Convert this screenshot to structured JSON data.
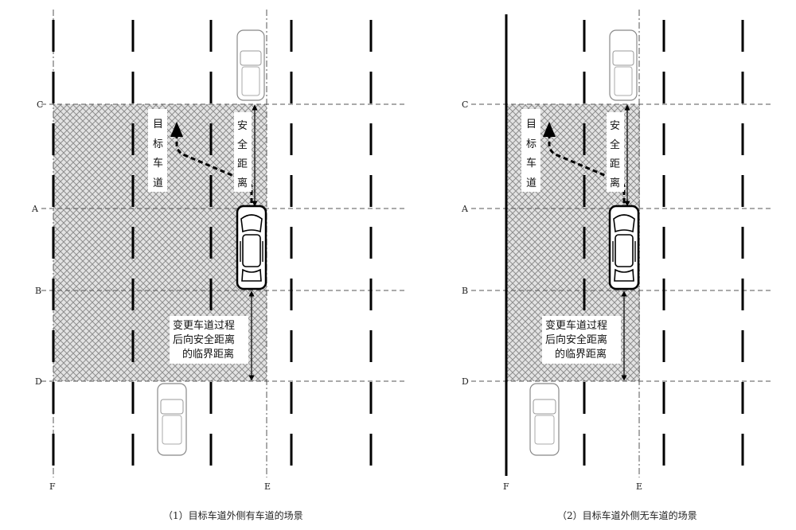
{
  "panels": [
    {
      "id": "left",
      "caption": "（1）目标车道外侧有车道的场景",
      "labels": {
        "C": "C",
        "A": "A",
        "B": "B",
        "D": "D",
        "F": "F",
        "E": "E"
      },
      "target_lane_text": [
        "目",
        "标",
        "车",
        "道"
      ],
      "safe_distance_text": [
        "安",
        "全",
        "距",
        "离"
      ],
      "critical_distance_text": [
        "变更车道过程",
        "后向安全距离",
        "的临界距离"
      ],
      "solid_left_edge": false
    },
    {
      "id": "right",
      "caption": "（2）目标车道外侧无车道的场景",
      "labels": {
        "C": "C",
        "A": "A",
        "B": "B",
        "D": "D",
        "F": "F",
        "E": "E"
      },
      "target_lane_text": [
        "目",
        "标",
        "车",
        "道"
      ],
      "safe_distance_text": [
        "安",
        "全",
        "距",
        "离"
      ],
      "critical_distance_text": [
        "变更车道过程",
        "后向安全距离",
        "的临界距离"
      ],
      "solid_left_edge": true
    }
  ],
  "colors": {
    "hatch": "#9a9a9a",
    "hatch_bg": "#e2e2e2",
    "line": "#000000",
    "dash": "#555555"
  }
}
